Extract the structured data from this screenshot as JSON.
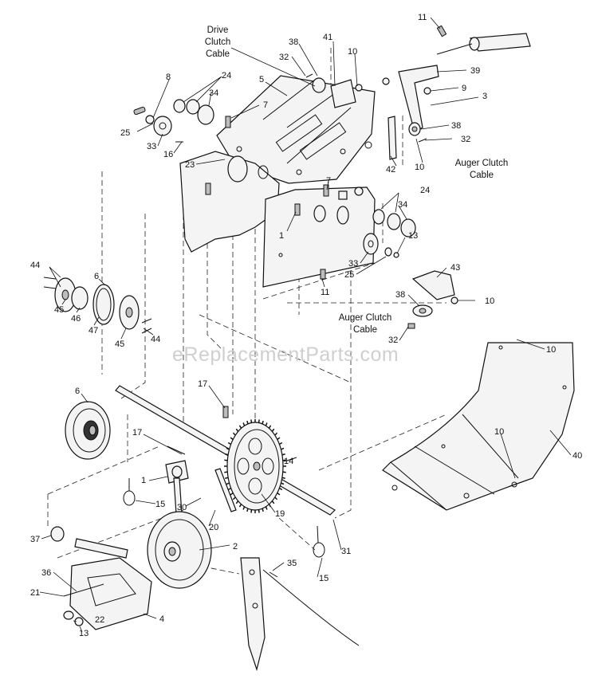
{
  "watermark": "eReplacementParts.com",
  "captions": {
    "drive_clutch_cable": [
      "Drive",
      "Clutch",
      "Cable"
    ],
    "auger_clutch_cable_right": [
      "Auger Clutch",
      "Cable"
    ],
    "auger_clutch_cable_center": [
      "Auger Clutch",
      "Cable"
    ]
  },
  "callouts": [
    {
      "id": "c11a",
      "text": "11"
    },
    {
      "id": "c38a",
      "text": "38"
    },
    {
      "id": "c41",
      "text": "41"
    },
    {
      "id": "c32a",
      "text": "32"
    },
    {
      "id": "c10a",
      "text": "10"
    },
    {
      "id": "c39",
      "text": "39"
    },
    {
      "id": "c8",
      "text": "8"
    },
    {
      "id": "c24a",
      "text": "24"
    },
    {
      "id": "c5",
      "text": "5"
    },
    {
      "id": "c9",
      "text": "9"
    },
    {
      "id": "c3",
      "text": "3"
    },
    {
      "id": "c34a",
      "text": "34"
    },
    {
      "id": "c7a",
      "text": "7"
    },
    {
      "id": "c25a",
      "text": "25"
    },
    {
      "id": "c33a",
      "text": "33"
    },
    {
      "id": "c16",
      "text": "16"
    },
    {
      "id": "c38b",
      "text": "38"
    },
    {
      "id": "c32b",
      "text": "32"
    },
    {
      "id": "c23",
      "text": "23"
    },
    {
      "id": "c42",
      "text": "42"
    },
    {
      "id": "c10b",
      "text": "10"
    },
    {
      "id": "c7b",
      "text": "7"
    },
    {
      "id": "c24b",
      "text": "24"
    },
    {
      "id": "c34b",
      "text": "34"
    },
    {
      "id": "c1a",
      "text": "1"
    },
    {
      "id": "c13a",
      "text": "13"
    },
    {
      "id": "c33b",
      "text": "33"
    },
    {
      "id": "c25b",
      "text": "25"
    },
    {
      "id": "c43",
      "text": "43"
    },
    {
      "id": "c44a",
      "text": "44"
    },
    {
      "id": "c6a",
      "text": "6"
    },
    {
      "id": "c11b",
      "text": "11"
    },
    {
      "id": "c38c",
      "text": "38"
    },
    {
      "id": "c10c",
      "text": "10"
    },
    {
      "id": "c45a",
      "text": "45"
    },
    {
      "id": "c46",
      "text": "46"
    },
    {
      "id": "c47",
      "text": "47"
    },
    {
      "id": "c45b",
      "text": "45"
    },
    {
      "id": "c44b",
      "text": "44"
    },
    {
      "id": "c32c",
      "text": "32"
    },
    {
      "id": "c10d",
      "text": "10"
    },
    {
      "id": "c17a",
      "text": "17"
    },
    {
      "id": "c6b",
      "text": "6"
    },
    {
      "id": "c10e",
      "text": "10"
    },
    {
      "id": "c17b",
      "text": "17"
    },
    {
      "id": "c14",
      "text": "14"
    },
    {
      "id": "c40",
      "text": "40"
    },
    {
      "id": "c1b",
      "text": "1"
    },
    {
      "id": "c15a",
      "text": "15"
    },
    {
      "id": "c30",
      "text": "30"
    },
    {
      "id": "c19",
      "text": "19"
    },
    {
      "id": "c20",
      "text": "20"
    },
    {
      "id": "c37",
      "text": "37"
    },
    {
      "id": "c2",
      "text": "2"
    },
    {
      "id": "c31",
      "text": "31"
    },
    {
      "id": "c36",
      "text": "36"
    },
    {
      "id": "c35",
      "text": "35"
    },
    {
      "id": "c15b",
      "text": "15"
    },
    {
      "id": "c21",
      "text": "21"
    },
    {
      "id": "c22",
      "text": "22"
    },
    {
      "id": "c4",
      "text": "4"
    },
    {
      "id": "c13b",
      "text": "13"
    }
  ]
}
